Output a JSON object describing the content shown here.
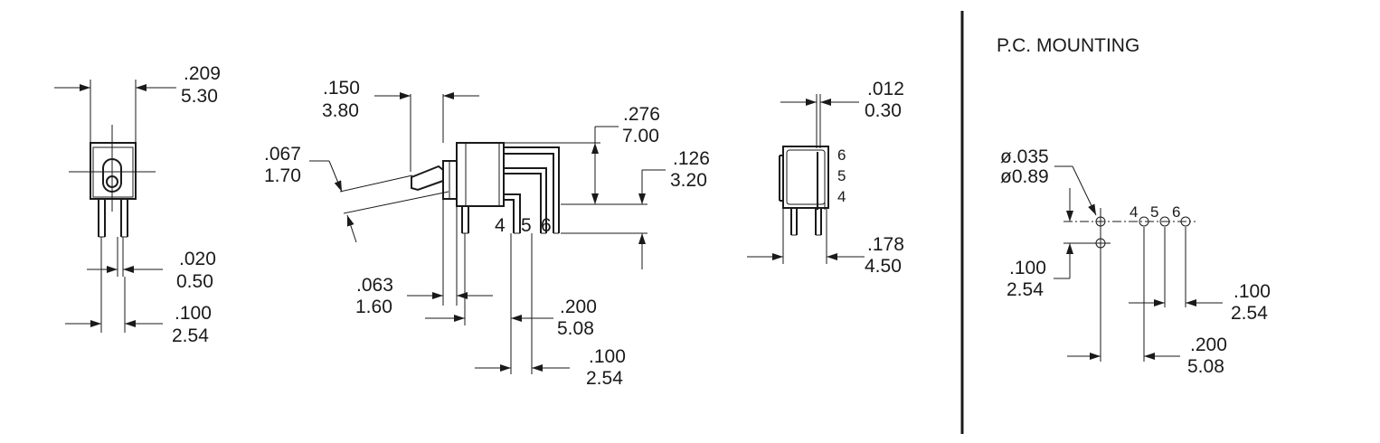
{
  "front_view": {
    "width": {
      "inch": ".209",
      "mm": "5.30"
    },
    "pin_width": {
      "inch": ".020",
      "mm": "0.50"
    },
    "pin_spacing": {
      "inch": ".100",
      "mm": "2.54"
    }
  },
  "side_view": {
    "actuator_length": {
      "inch": ".150",
      "mm": "3.80"
    },
    "actuator_height": {
      "inch": ".067",
      "mm": "1.70"
    },
    "body_length": {
      "inch": ".276",
      "mm": "7.00"
    },
    "pin_height": {
      "inch": ".126",
      "mm": "3.20"
    },
    "offset": {
      "inch": ".063",
      "mm": "1.60"
    },
    "pin_span": {
      "inch": ".200",
      "mm": "5.08"
    },
    "pin_pitch": {
      "inch": ".100",
      "mm": "2.54"
    },
    "pin_labels": [
      "4",
      "5",
      "6"
    ]
  },
  "end_view": {
    "thickness": {
      "inch": ".012",
      "mm": "0.30"
    },
    "width": {
      "inch": ".178",
      "mm": "4.50"
    },
    "pin_labels": [
      "6",
      "5",
      "4"
    ]
  },
  "pc_mounting": {
    "title": "P.C. MOUNTING",
    "hole_diameter": {
      "inch": "ø.035",
      "mm": "ø0.89"
    },
    "row_spacing": {
      "inch": ".100",
      "mm": "2.54"
    },
    "pitch": {
      "inch": ".100",
      "mm": "2.54"
    },
    "span": {
      "inch": ".200",
      "mm": "5.08"
    },
    "hole_labels": [
      "4",
      "5",
      "6"
    ]
  }
}
